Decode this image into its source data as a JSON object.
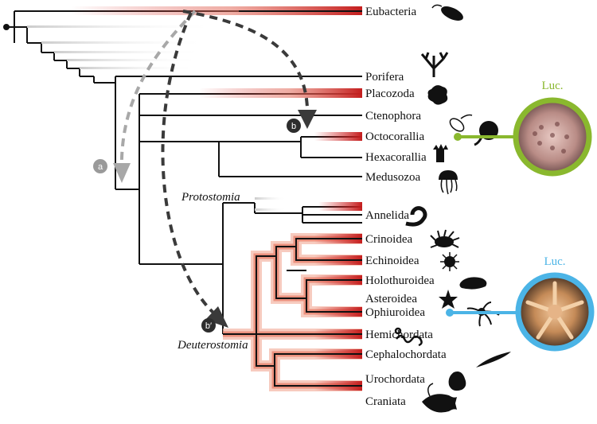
{
  "taxa": {
    "eubacteria": "Eubacteria",
    "porifera": "Porifera",
    "placozoa": "Placozoda",
    "ctenophora": "Ctenophora",
    "octocorallia": "Octocorallia",
    "hexacorallia": "Hexacorallia",
    "medusozoa": "Medusozoa",
    "annelida": "Annelida",
    "crinoidea": "Crinoidea",
    "echinoidea": "Echinoidea",
    "holothuroidea": "Holothuroidea",
    "asteroidea": "Asteroidea",
    "ophiuroidea": "Ophiuroidea",
    "hemichordata": "Hemichordata",
    "cephalochordata": "Cephalochordata",
    "urochordata": "Urochordata",
    "craniata": "Craniata"
  },
  "clades": {
    "protostomia": "Protostomia",
    "deuterostomia": "Deuterostomia"
  },
  "markers": {
    "a": "a",
    "b": "b",
    "b_prime": "b′"
  },
  "insets": {
    "top_label": "Luc.",
    "bottom_label": "Luc."
  },
  "colors": {
    "luminous_red": "#d42a2a",
    "luminous_band": "#f2b3a3",
    "octocoral_ring": "#8ab82e",
    "ophiuroid_ring": "#4bb4e6",
    "tree_line": "#111111",
    "arrow_a": "#a0a0a0",
    "arrow_b": "#3a3a3a"
  },
  "icons": {
    "eubacteria": "bacterium-icon",
    "porifera": "sponge-icon",
    "placozoa": "placozoan-icon",
    "ctenophora": "comb-jelly-icon",
    "octocorallia": "soft-coral-icon",
    "hexacorallia": "anemone-icon",
    "medusozoa": "jellyfish-icon",
    "annelida": "worm-icon",
    "crinoidea": "feather-star-icon",
    "echinoidea": "sea-urchin-icon",
    "holothuroidea": "sea-cucumber-icon",
    "asteroidea": "starfish-icon",
    "ophiuroidea": "brittle-star-icon",
    "hemichordata": "acorn-worm-icon",
    "cephalochordata": "lancelet-icon",
    "urochordata": "sea-squirt-icon",
    "craniata": "fish-icon"
  }
}
